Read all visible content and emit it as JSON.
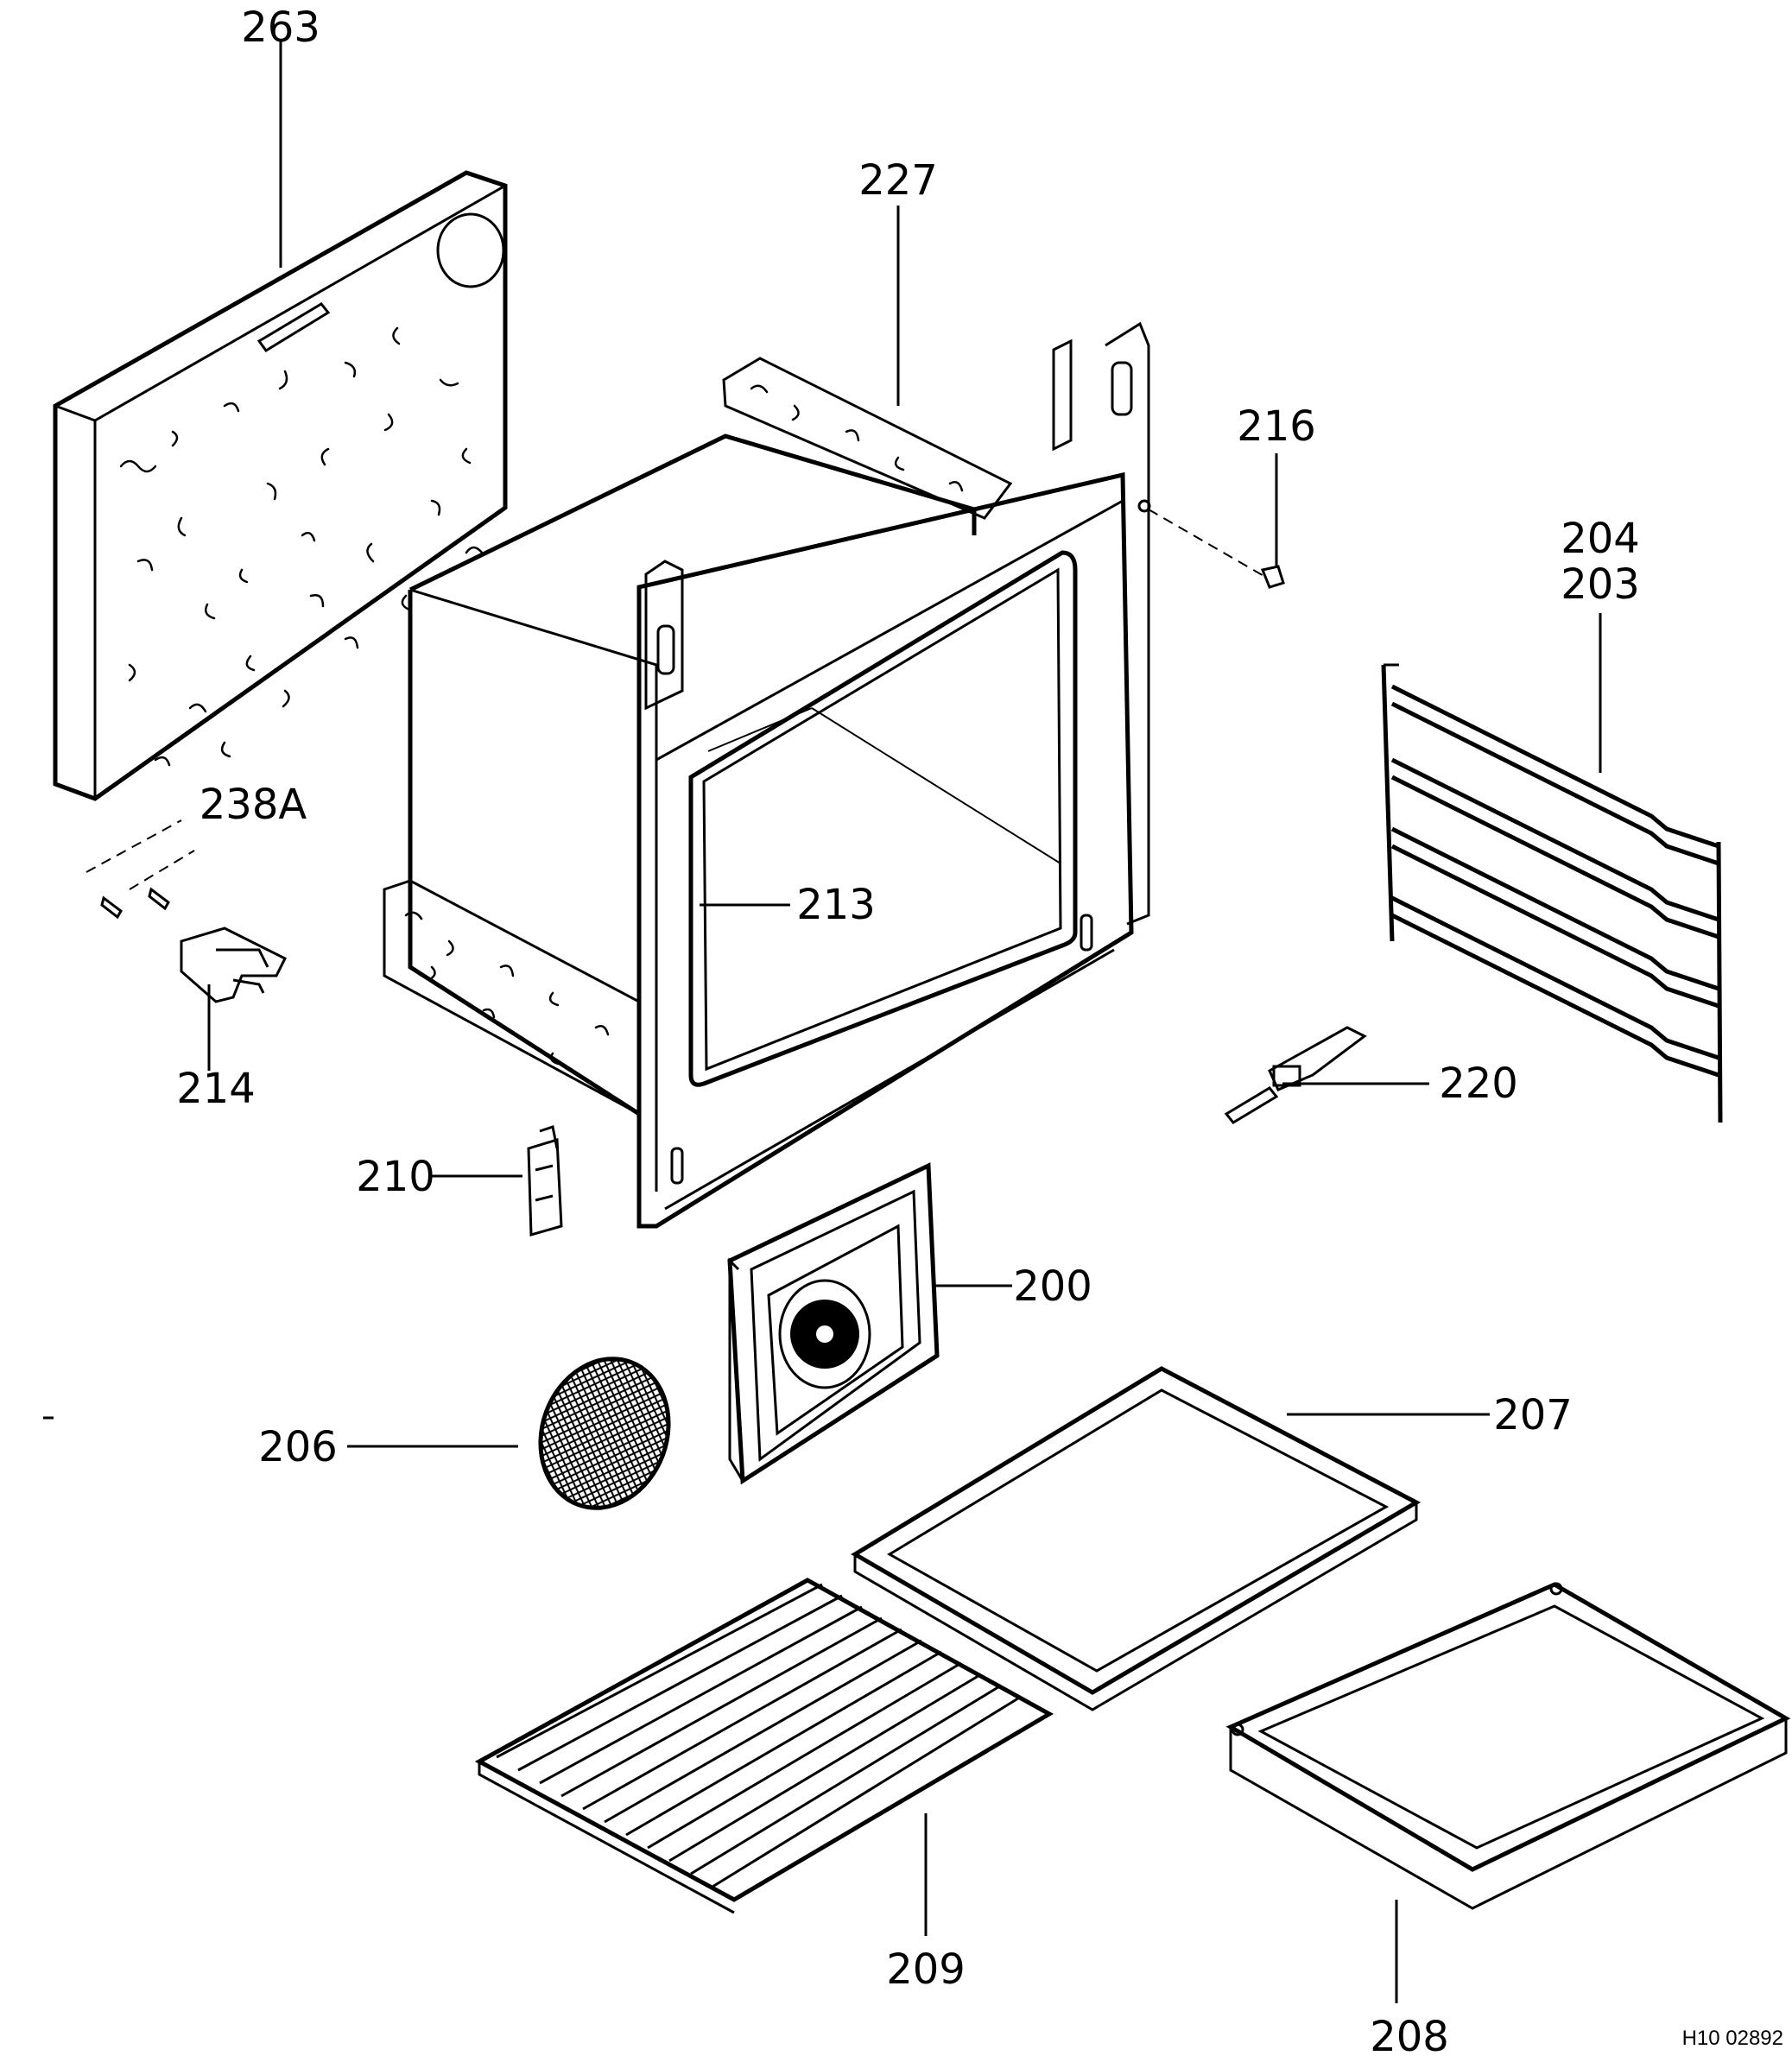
{
  "diagram": {
    "parts": [
      {
        "id": "p263",
        "number": "263",
        "name": "insulation-panel-back"
      },
      {
        "id": "p227",
        "number": "227",
        "name": "oven-cavity"
      },
      {
        "id": "p216",
        "number": "216",
        "name": "screw"
      },
      {
        "id": "p204",
        "number": "204",
        "name": "shelf-support-upper"
      },
      {
        "id": "p203",
        "number": "203",
        "name": "shelf-support-lower"
      },
      {
        "id": "p238A",
        "number": "238A",
        "name": "fixing-screws"
      },
      {
        "id": "p213",
        "number": "213",
        "name": "door-seal"
      },
      {
        "id": "p214",
        "number": "214",
        "name": "lamp-holder"
      },
      {
        "id": "p220",
        "number": "220",
        "name": "thermostat-sensor"
      },
      {
        "id": "p210",
        "number": "210",
        "name": "door-switch"
      },
      {
        "id": "p200",
        "number": "200",
        "name": "fan-cover-panel"
      },
      {
        "id": "p206",
        "number": "206",
        "name": "grease-filter"
      },
      {
        "id": "p207",
        "number": "207",
        "name": "baking-tray"
      },
      {
        "id": "p209",
        "number": "209",
        "name": "wire-shelf"
      },
      {
        "id": "p208",
        "number": "208",
        "name": "deep-tray"
      }
    ],
    "drawing_reference": "H10 02892"
  }
}
